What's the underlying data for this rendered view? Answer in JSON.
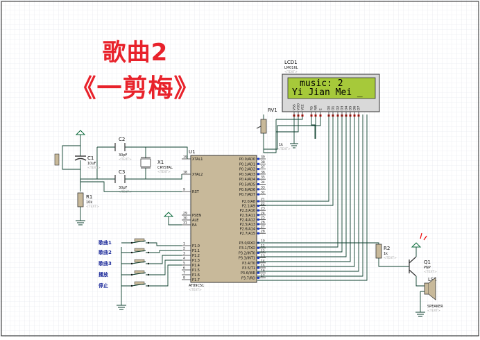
{
  "title": {
    "line1": "歌曲2",
    "line2": "《一剪梅》"
  },
  "lcd": {
    "ref": "LCD1",
    "part": "LM016L",
    "line1": "music: 2",
    "line2": "Yi Jian Mei  _",
    "pins": [
      "VSS",
      "VDD",
      "VEE",
      "RS",
      "RW",
      "E",
      "D0",
      "D1",
      "D2",
      "D3",
      "D4",
      "D5",
      "D6",
      "D7"
    ]
  },
  "mcu": {
    "ref": "U1",
    "part": "AT89C51",
    "left_pins": [
      {
        "num": "19",
        "name": "XTAL1"
      },
      {
        "num": "18",
        "name": "XTAL2"
      },
      {
        "num": "9",
        "name": "RST"
      },
      {
        "num": "29",
        "name": "PSEN"
      },
      {
        "num": "30",
        "name": "ALE"
      },
      {
        "num": "31",
        "name": "EA"
      },
      {
        "num": "1",
        "name": "P1.0"
      },
      {
        "num": "2",
        "name": "P1.1"
      },
      {
        "num": "3",
        "name": "P1.2"
      },
      {
        "num": "4",
        "name": "P1.3"
      },
      {
        "num": "5",
        "name": "P1.4"
      },
      {
        "num": "6",
        "name": "P1.5"
      },
      {
        "num": "7",
        "name": "P1.6"
      },
      {
        "num": "8",
        "name": "P1.7"
      }
    ],
    "right_pins": [
      {
        "num": "39",
        "name": "P0.0/AD0"
      },
      {
        "num": "38",
        "name": "P0.1/AD1"
      },
      {
        "num": "37",
        "name": "P0.2/AD2"
      },
      {
        "num": "36",
        "name": "P0.3/AD3"
      },
      {
        "num": "35",
        "name": "P0.4/AD4"
      },
      {
        "num": "34",
        "name": "P0.5/AD5"
      },
      {
        "num": "33",
        "name": "P0.6/AD6"
      },
      {
        "num": "32",
        "name": "P0.7/AD7"
      },
      {
        "num": "21",
        "name": "P2.0/A8"
      },
      {
        "num": "22",
        "name": "P2.1/A9"
      },
      {
        "num": "23",
        "name": "P2.2/A10"
      },
      {
        "num": "24",
        "name": "P2.3/A11"
      },
      {
        "num": "25",
        "name": "P2.4/A12"
      },
      {
        "num": "26",
        "name": "P2.5/A13"
      },
      {
        "num": "27",
        "name": "P2.6/A14"
      },
      {
        "num": "28",
        "name": "P2.7/A15"
      },
      {
        "num": "10",
        "name": "P3.0/RXD"
      },
      {
        "num": "11",
        "name": "P3.1/TXD"
      },
      {
        "num": "12",
        "name": "P3.2/INT0"
      },
      {
        "num": "13",
        "name": "P3.3/INT1"
      },
      {
        "num": "14",
        "name": "P3.4/T0"
      },
      {
        "num": "15",
        "name": "P3.5/T1"
      },
      {
        "num": "16",
        "name": "P3.6/WR"
      },
      {
        "num": "17",
        "name": "P3.7/RD"
      }
    ]
  },
  "components": {
    "c1": {
      "ref": "C1",
      "value": "10uF"
    },
    "c2": {
      "ref": "C2",
      "value": "30pF"
    },
    "c3": {
      "ref": "C3",
      "value": "30pF"
    },
    "x1": {
      "ref": "X1",
      "value": "CRYSTAL"
    },
    "r1": {
      "ref": "R1",
      "value": "10k"
    },
    "r2": {
      "ref": "R2",
      "value": "1k"
    },
    "rv1": {
      "ref": "RV1",
      "value": "1k"
    },
    "q1": {
      "ref": "Q1",
      "value": "PNP"
    },
    "ls1": {
      "ref": "LS1",
      "value": "SPEAKER"
    }
  },
  "text_placeholder": "<TEXT>",
  "switch_labels": [
    "歌曲1",
    "歌曲2",
    "歌曲3",
    "播放",
    "停止"
  ],
  "colors": {
    "title": "#e8222b",
    "wire": "#0a3d2b",
    "lcd_bg": "#a6c93a",
    "chip": "#c8b99a",
    "switch_label": "#1c2a9a"
  }
}
